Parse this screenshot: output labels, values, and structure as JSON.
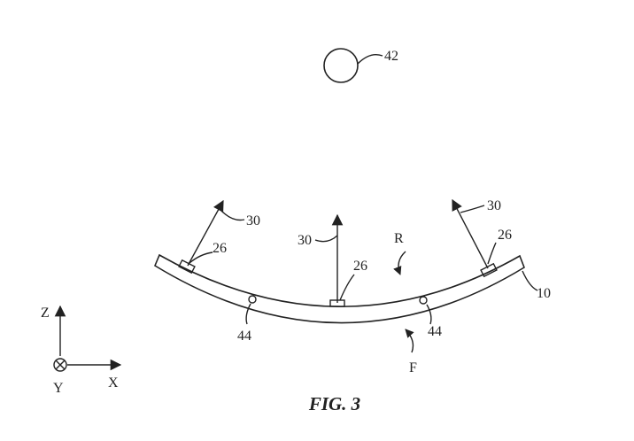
{
  "figure": {
    "caption": "FIG. 3",
    "labels": {
      "element_42": "42",
      "arrow_30_left": "30",
      "arrow_30_center": "30",
      "arrow_30_right": "30",
      "sensor_26_left": "26",
      "sensor_26_center": "26",
      "sensor_26_right": "26",
      "rear_side_R": "R",
      "front_side_F": "F",
      "panel_10": "10",
      "feature_44_left": "44",
      "feature_44_right": "44"
    },
    "axes": {
      "z": "Z",
      "y": "Y",
      "x": "X"
    }
  }
}
